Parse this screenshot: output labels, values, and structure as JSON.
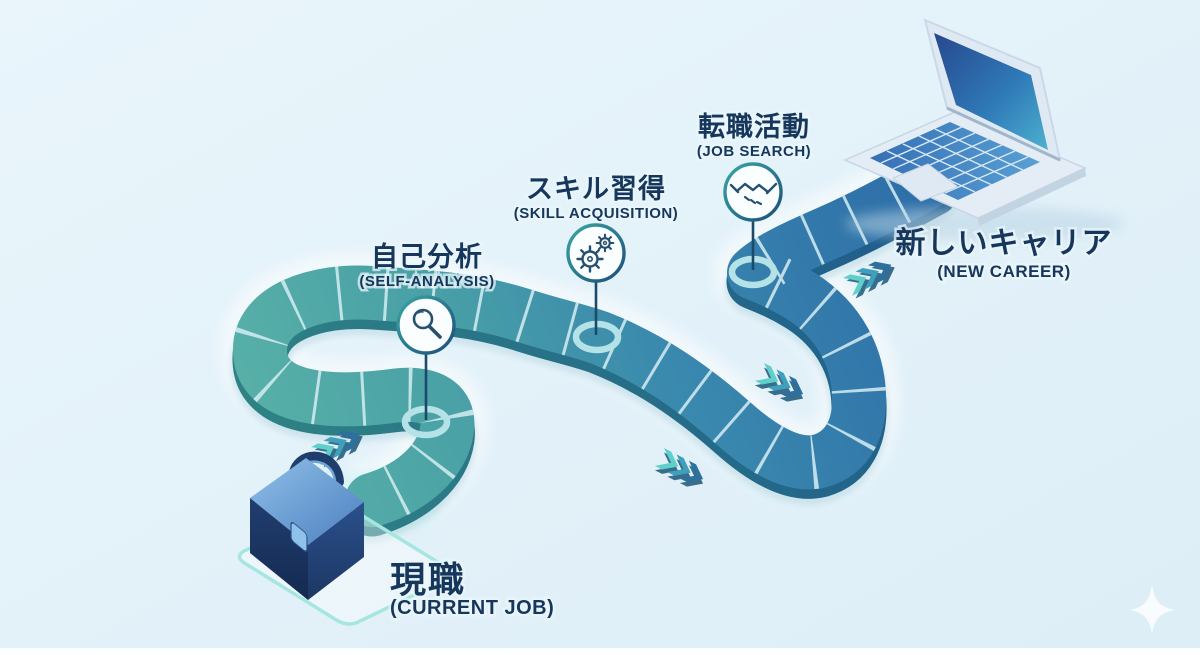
{
  "journey": {
    "start": {
      "label_jp": "現職",
      "label_en": "(CURRENT JOB)",
      "icon": "briefcase-icon"
    },
    "milestones": [
      {
        "label_jp": "自己分析",
        "label_en": "(SELF-ANALYSIS)",
        "icon": "magnifier-icon"
      },
      {
        "label_jp": "スキル習得",
        "label_en": "(SKILL ACQUISITION)",
        "icon": "gears-icon"
      },
      {
        "label_jp": "転職活動",
        "label_en": "(JOB SEARCH)",
        "icon": "handshake-icon"
      }
    ],
    "end": {
      "label_jp": "新しいキャリア",
      "label_en": "(NEW CAREER)",
      "icon": "laptop-icon"
    }
  },
  "decorations": {
    "sparkle": "sparkle-icon",
    "chevrons": "direction-chevrons"
  },
  "colors": {
    "background": "#e3f1f8",
    "road_teal": "#5ab2a8",
    "road_blue": "#2d6ca8",
    "road_side_teal": "#2f8484",
    "road_side_blue": "#1e5a8c",
    "road_divider": "#d5edf2",
    "milestone_ring": "#b4e2e6",
    "text_navy": "#16365c",
    "briefcase_navy": "#1d3a66",
    "briefcase_lid_blue": "#6aa1d4",
    "chevron_teal": "#5fcfca",
    "chevron_blue": "#2d6f9f",
    "laptop_screen_dark": "#27498f",
    "laptop_screen_teal": "#4fb5d0",
    "laptop_body": "#e4edf6",
    "laptop_keys": "#3d82c3",
    "sparkle_white": "#ffffff"
  }
}
